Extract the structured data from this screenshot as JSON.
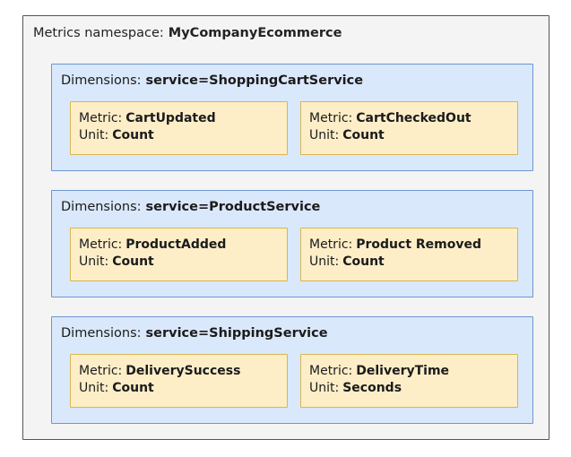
{
  "diagram": {
    "type": "nested-hierarchy",
    "namespace": {
      "label": "Metrics namespace:",
      "value": "MyCompanyEcommerce"
    },
    "colors": {
      "canvas": "#ffffff",
      "namespace_fill": "#f4f4f4",
      "namespace_border": "#555555",
      "dimension_fill": "#dae8fb",
      "dimension_border": "#6d96ce",
      "metric_fill": "#fdeec8",
      "metric_border": "#d6b656",
      "text": "#1b1b1b"
    },
    "labels": {
      "dimensions": "Dimensions:",
      "metric": "Metric:",
      "unit": "Unit:"
    },
    "groups": [
      {
        "dimension_value": "service=ShoppingCartService",
        "metrics": [
          {
            "name": "CartUpdated",
            "unit": "Count"
          },
          {
            "name": "CartCheckedOut",
            "unit": "Count"
          }
        ]
      },
      {
        "dimension_value": "service=ProductService",
        "metrics": [
          {
            "name": "ProductAdded",
            "unit": "Count"
          },
          {
            "name": "Product Removed",
            "unit": "Count"
          }
        ]
      },
      {
        "dimension_value": "service=ShippingService",
        "metrics": [
          {
            "name": "DeliverySuccess",
            "unit": "Count"
          },
          {
            "name": "DeliveryTime",
            "unit": "Seconds"
          }
        ]
      }
    ]
  }
}
